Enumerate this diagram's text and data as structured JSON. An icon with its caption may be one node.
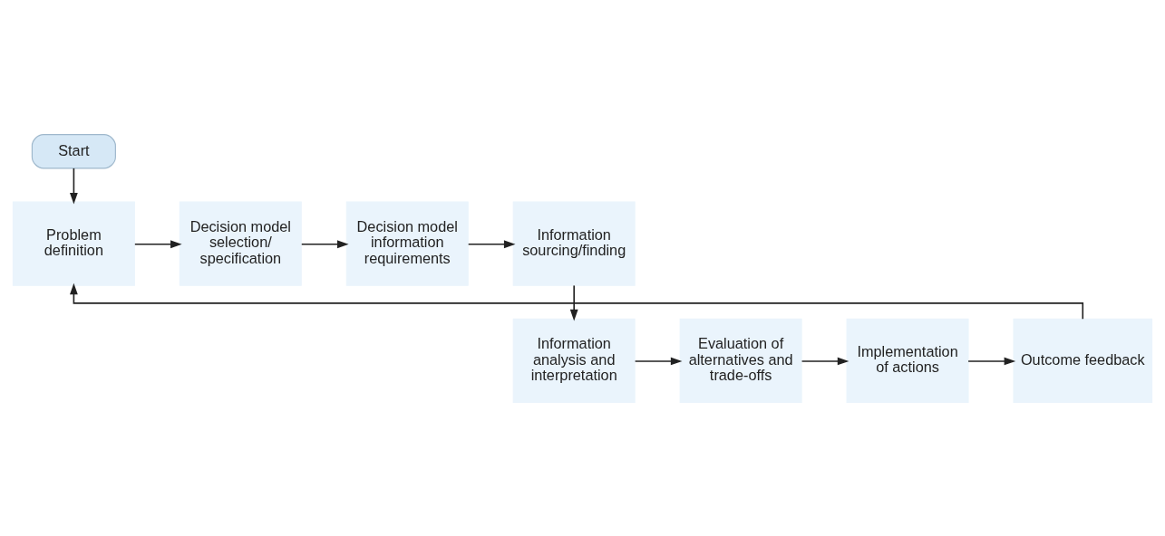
{
  "diagram": {
    "nodes": [
      {
        "text": [
          "Start"
        ]
      },
      {
        "text": [
          "Problem definition"
        ]
      },
      {
        "text": [
          "Decision model selection/ specification"
        ]
      },
      {
        "text": [
          "Decision model information requirements"
        ]
      },
      {
        "text": [
          "Information sourcing/finding"
        ]
      },
      {
        "text": [
          "Information analysis and interpretation"
        ]
      },
      {
        "text": [
          "Evaluation of alternatives and trade-offs"
        ]
      },
      {
        "text": [
          "Implementation of actions"
        ]
      },
      {
        "text": [
          "Outcome feedback"
        ]
      }
    ],
    "edges": [
      {
        "from": 0,
        "to": 1,
        "arrow": "to"
      },
      {
        "from": 1,
        "to": 2,
        "arrow": "to"
      },
      {
        "from": 2,
        "to": 3,
        "arrow": "to"
      },
      {
        "from": 3,
        "to": 4,
        "arrow": "to"
      },
      {
        "from": 4,
        "to": 5,
        "arrow": "to"
      },
      {
        "from": 5,
        "to": 6,
        "arrow": "to"
      },
      {
        "from": 6,
        "to": 7,
        "arrow": "to"
      },
      {
        "from": 7,
        "to": 8,
        "arrow": "to"
      },
      {
        "from": 8,
        "to": 1,
        "arrow": "to"
      }
    ]
  }
}
